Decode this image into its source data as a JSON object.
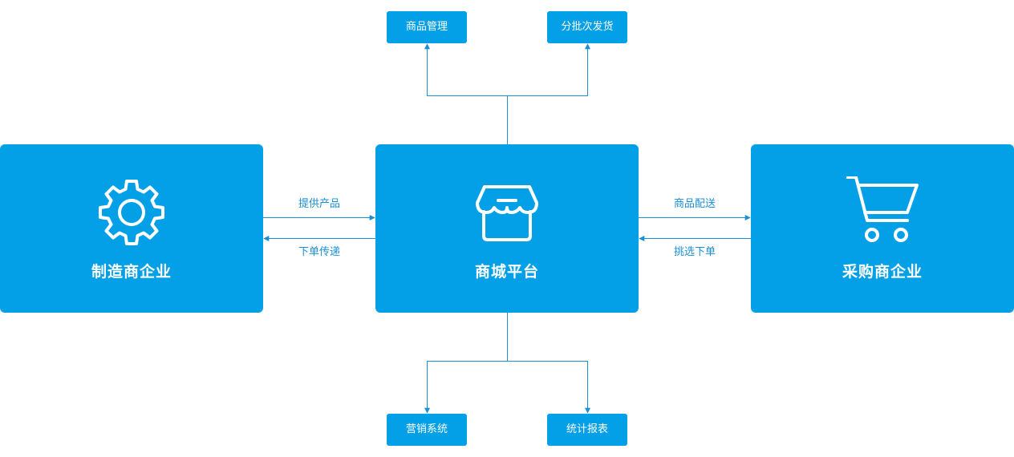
{
  "diagram": {
    "nodes": {
      "manufacturer": {
        "label": "制造商企业",
        "icon": "gear-icon"
      },
      "platform": {
        "label": "商城平台",
        "icon": "storefront-icon"
      },
      "purchaser": {
        "label": "采购商企业",
        "icon": "shopping-cart-icon"
      }
    },
    "top_modules": [
      {
        "label": "商品管理"
      },
      {
        "label": "分批次发货"
      }
    ],
    "bottom_modules": [
      {
        "label": "营销系统"
      },
      {
        "label": "统计报表"
      }
    ],
    "flows": {
      "manufacturer_to_platform": "提供产品",
      "platform_to_manufacturer": "下单传递",
      "platform_to_purchaser": "商品配送",
      "purchaser_to_platform": "挑选下单"
    }
  },
  "colors": {
    "primary": "#03a0e8",
    "line": "#1a8fd6",
    "text_on_primary": "#ffffff"
  }
}
